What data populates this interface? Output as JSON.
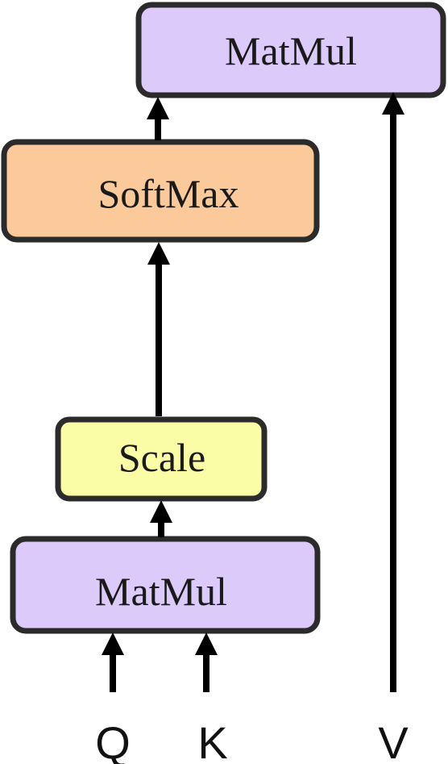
{
  "blocks": {
    "matmul_top": {
      "label": "MatMul",
      "fill": "#dccafa"
    },
    "softmax": {
      "label": "SoftMax",
      "fill": "#fbc99a"
    },
    "scale": {
      "label": "Scale",
      "fill": "#fafca6"
    },
    "matmul_bottom": {
      "label": "MatMul",
      "fill": "#dccafa"
    }
  },
  "inputs": {
    "q": "Q",
    "k": "K",
    "v": "V"
  },
  "colors": {
    "stroke": "#2b2b2b",
    "arrow": "#000000"
  }
}
